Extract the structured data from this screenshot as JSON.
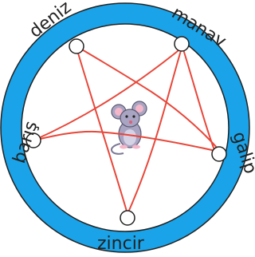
{
  "words": {
    "deniz": "deniz",
    "manav": "manav",
    "galip": "galip",
    "zincir": "zincir",
    "baris": "barış"
  },
  "colors": {
    "ring": "#1aa3e8",
    "line": "#e8473a",
    "mouse_body": "#a9a4c2",
    "mouse_ear": "#f4b6c8",
    "outline": "#222222"
  },
  "icons": {
    "center": "mouse-icon"
  }
}
